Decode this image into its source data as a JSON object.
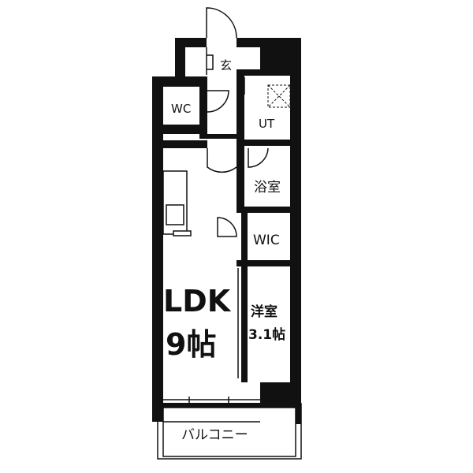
{
  "rooms": {
    "entrance": "玄",
    "wc": "WC",
    "ut": "UT",
    "bath": "浴室",
    "wic": "WIC",
    "ldk_name": "LDK",
    "ldk_size": "9帖",
    "western_name": "洋室",
    "western_size": "3.1帖",
    "balcony": "バルコニー"
  }
}
